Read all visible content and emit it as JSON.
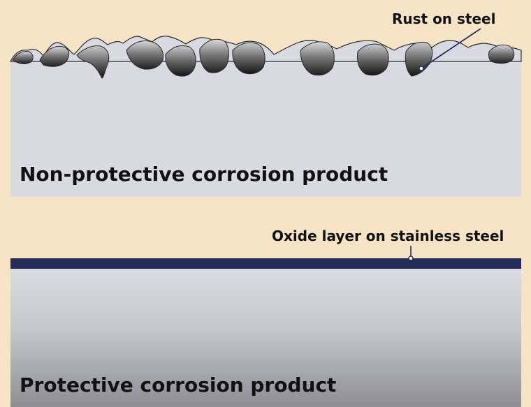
{
  "top_panel": {
    "callout": "Rust on steel",
    "caption": "Non-protective corrosion product"
  },
  "bottom_panel": {
    "callout": "Oxide layer on stainless steel",
    "caption": "Protective corrosion product"
  },
  "colors": {
    "background": "#f7e3c6",
    "steel_top": "#d8d9e1",
    "steel_bottom": "#8f8f95",
    "oxide_layer": "#242d57",
    "rust_dark": "#202020",
    "rust_light": "#cfcfcf"
  }
}
